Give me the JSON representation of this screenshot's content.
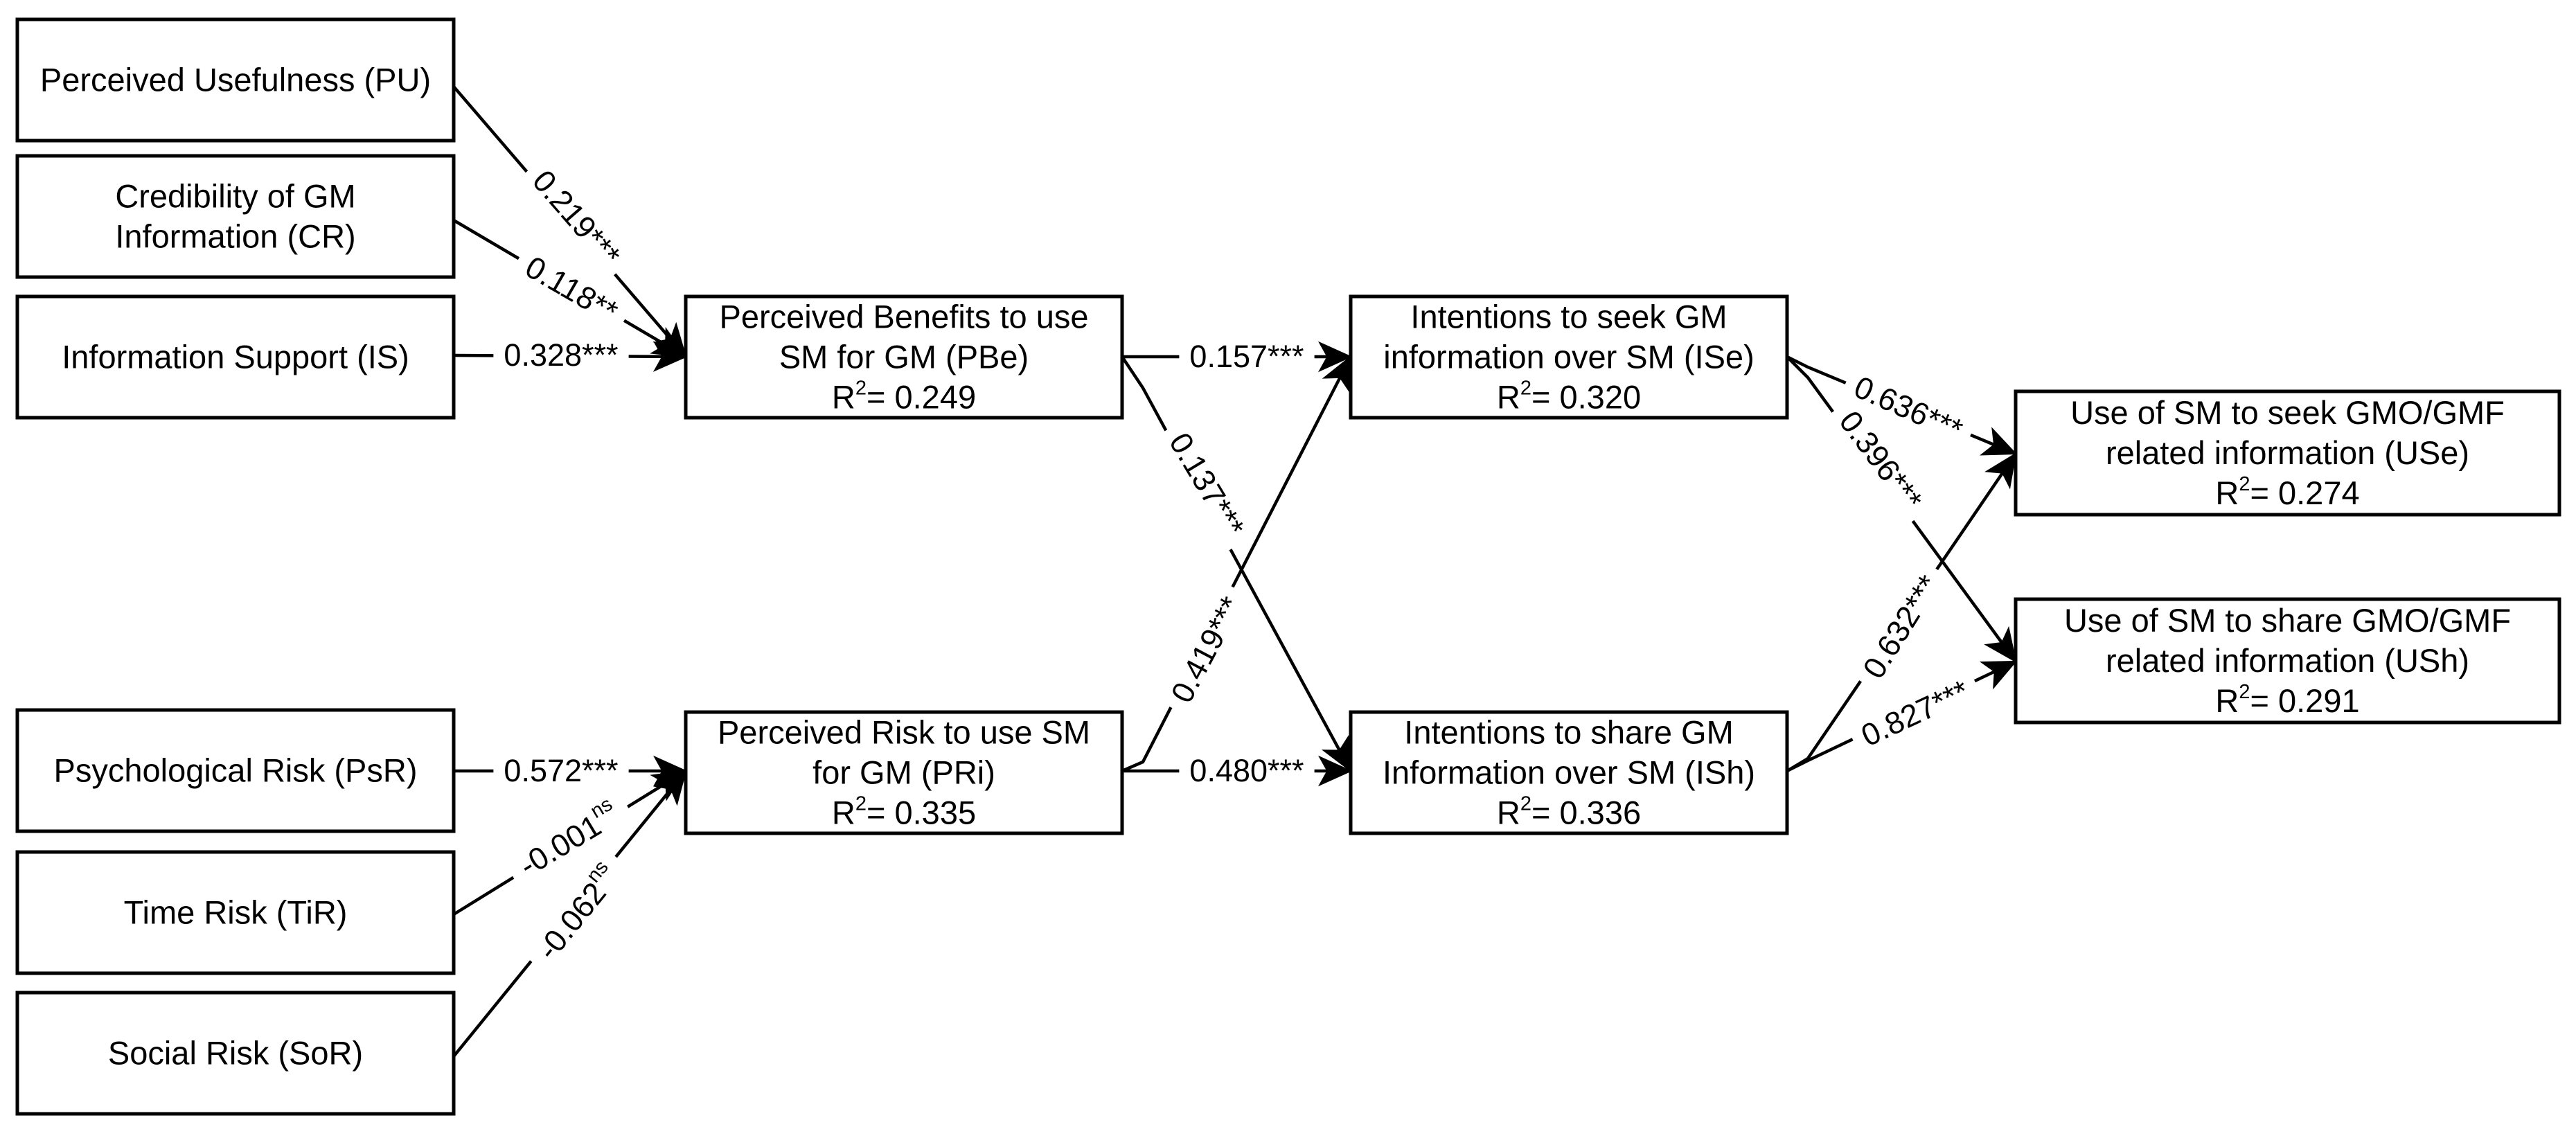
{
  "boxes": {
    "pu": {
      "lines": [
        "Perceived Usefulness (PU)"
      ]
    },
    "cr": {
      "lines": [
        "Credibility of GM",
        "Information (CR)"
      ]
    },
    "is": {
      "lines": [
        "Information Support (IS)"
      ]
    },
    "psr": {
      "lines": [
        "Psychological Risk (PsR)"
      ]
    },
    "tir": {
      "lines": [
        "Time Risk (TiR)"
      ]
    },
    "sor": {
      "lines": [
        "Social Risk (SoR)"
      ]
    },
    "pbe": {
      "lines": [
        "Perceived Benefits to use",
        "SM for GM (PBe)"
      ],
      "r2_prefix": "R",
      "r2_sup": "2",
      "r2_value": "= 0.249"
    },
    "pri": {
      "lines": [
        "Perceived Risk  to use SM",
        "for GM (PRi)"
      ],
      "r2_prefix": "R",
      "r2_sup": "2",
      "r2_value": "= 0.335"
    },
    "ise": {
      "lines": [
        "Intentions to seek GM",
        "information over SM (ISe)"
      ],
      "r2_prefix": "R",
      "r2_sup": "2",
      "r2_value": "= 0.320"
    },
    "ish": {
      "lines": [
        "Intentions to share GM",
        "Information over SM (ISh)"
      ],
      "r2_prefix": "R",
      "r2_sup": "2",
      "r2_value": "= 0.336"
    },
    "use": {
      "lines": [
        "Use of SM to seek GMO/GMF",
        "related information (USe)"
      ],
      "r2_prefix": "R",
      "r2_sup": "2",
      "r2_value": "= 0.274"
    },
    "ush": {
      "lines": [
        "Use of SM to share GMO/GMF",
        "related information (USh)"
      ],
      "r2_prefix": "R",
      "r2_sup": "2",
      "r2_value": "= 0.291"
    }
  },
  "paths": [
    {
      "from": "pu",
      "to": "pbe",
      "coef": "0.219",
      "sig": "***"
    },
    {
      "from": "cr",
      "to": "pbe",
      "coef": "0.118",
      "sig": "**"
    },
    {
      "from": "is",
      "to": "pbe",
      "coef": "0.328",
      "sig": "***"
    },
    {
      "from": "psr",
      "to": "pri",
      "coef": "0.572",
      "sig": "***"
    },
    {
      "from": "tir",
      "to": "pri",
      "coef": "-0.001",
      "sig": "ns"
    },
    {
      "from": "sor",
      "to": "pri",
      "coef": "-0.062",
      "sig": "ns"
    },
    {
      "from": "pbe",
      "to": "ise",
      "coef": "0.157",
      "sig": "***"
    },
    {
      "from": "pbe",
      "to": "ish",
      "coef": "0.137",
      "sig": "***"
    },
    {
      "from": "pri",
      "to": "ise",
      "coef": "0.419",
      "sig": "***"
    },
    {
      "from": "pri",
      "to": "ish",
      "coef": "0.480",
      "sig": "***"
    },
    {
      "from": "ise",
      "to": "use",
      "coef": "0.636",
      "sig": "***"
    },
    {
      "from": "ise",
      "to": "ush",
      "coef": "0.396",
      "sig": "***"
    },
    {
      "from": "ish",
      "to": "use",
      "coef": "0.632",
      "sig": "***"
    },
    {
      "from": "ish",
      "to": "ush",
      "coef": "0.827",
      "sig": "***"
    }
  ]
}
